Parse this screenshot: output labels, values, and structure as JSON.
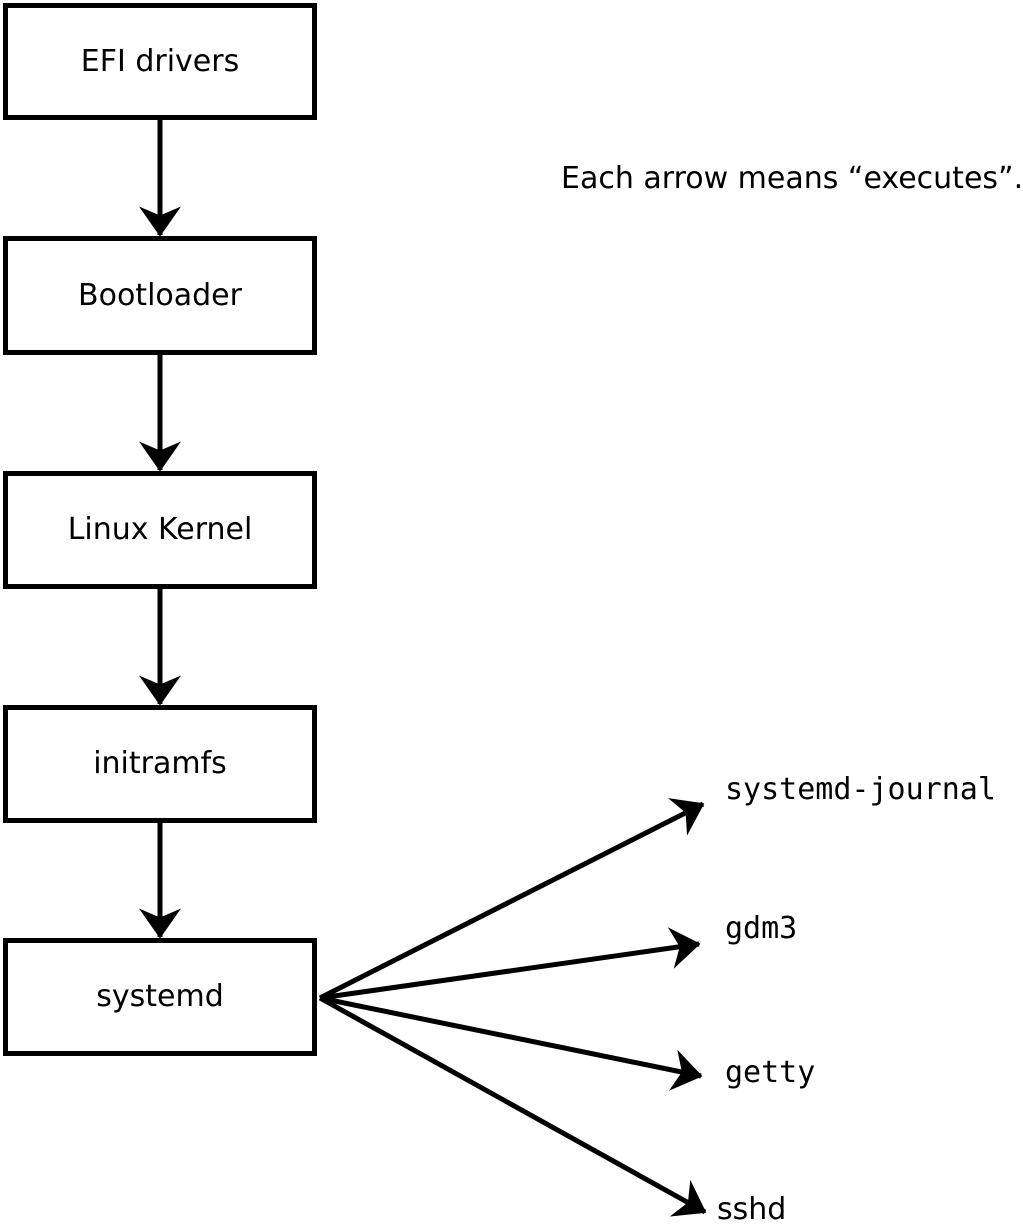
{
  "annotation": {
    "text": "Each arrow means “executes”."
  },
  "boot_chain": [
    {
      "label": "EFI drivers"
    },
    {
      "label": "Bootloader"
    },
    {
      "label": "Linux Kernel"
    },
    {
      "label": "initramfs"
    },
    {
      "label": "systemd"
    }
  ],
  "spawned_processes": [
    {
      "label": "systemd-journal"
    },
    {
      "label": "gdm3"
    },
    {
      "label": "getty"
    },
    {
      "label": "sshd"
    }
  ],
  "colors": {
    "ink": "#000000",
    "background": "#ffffff",
    "box_fill": "#ffffff"
  }
}
